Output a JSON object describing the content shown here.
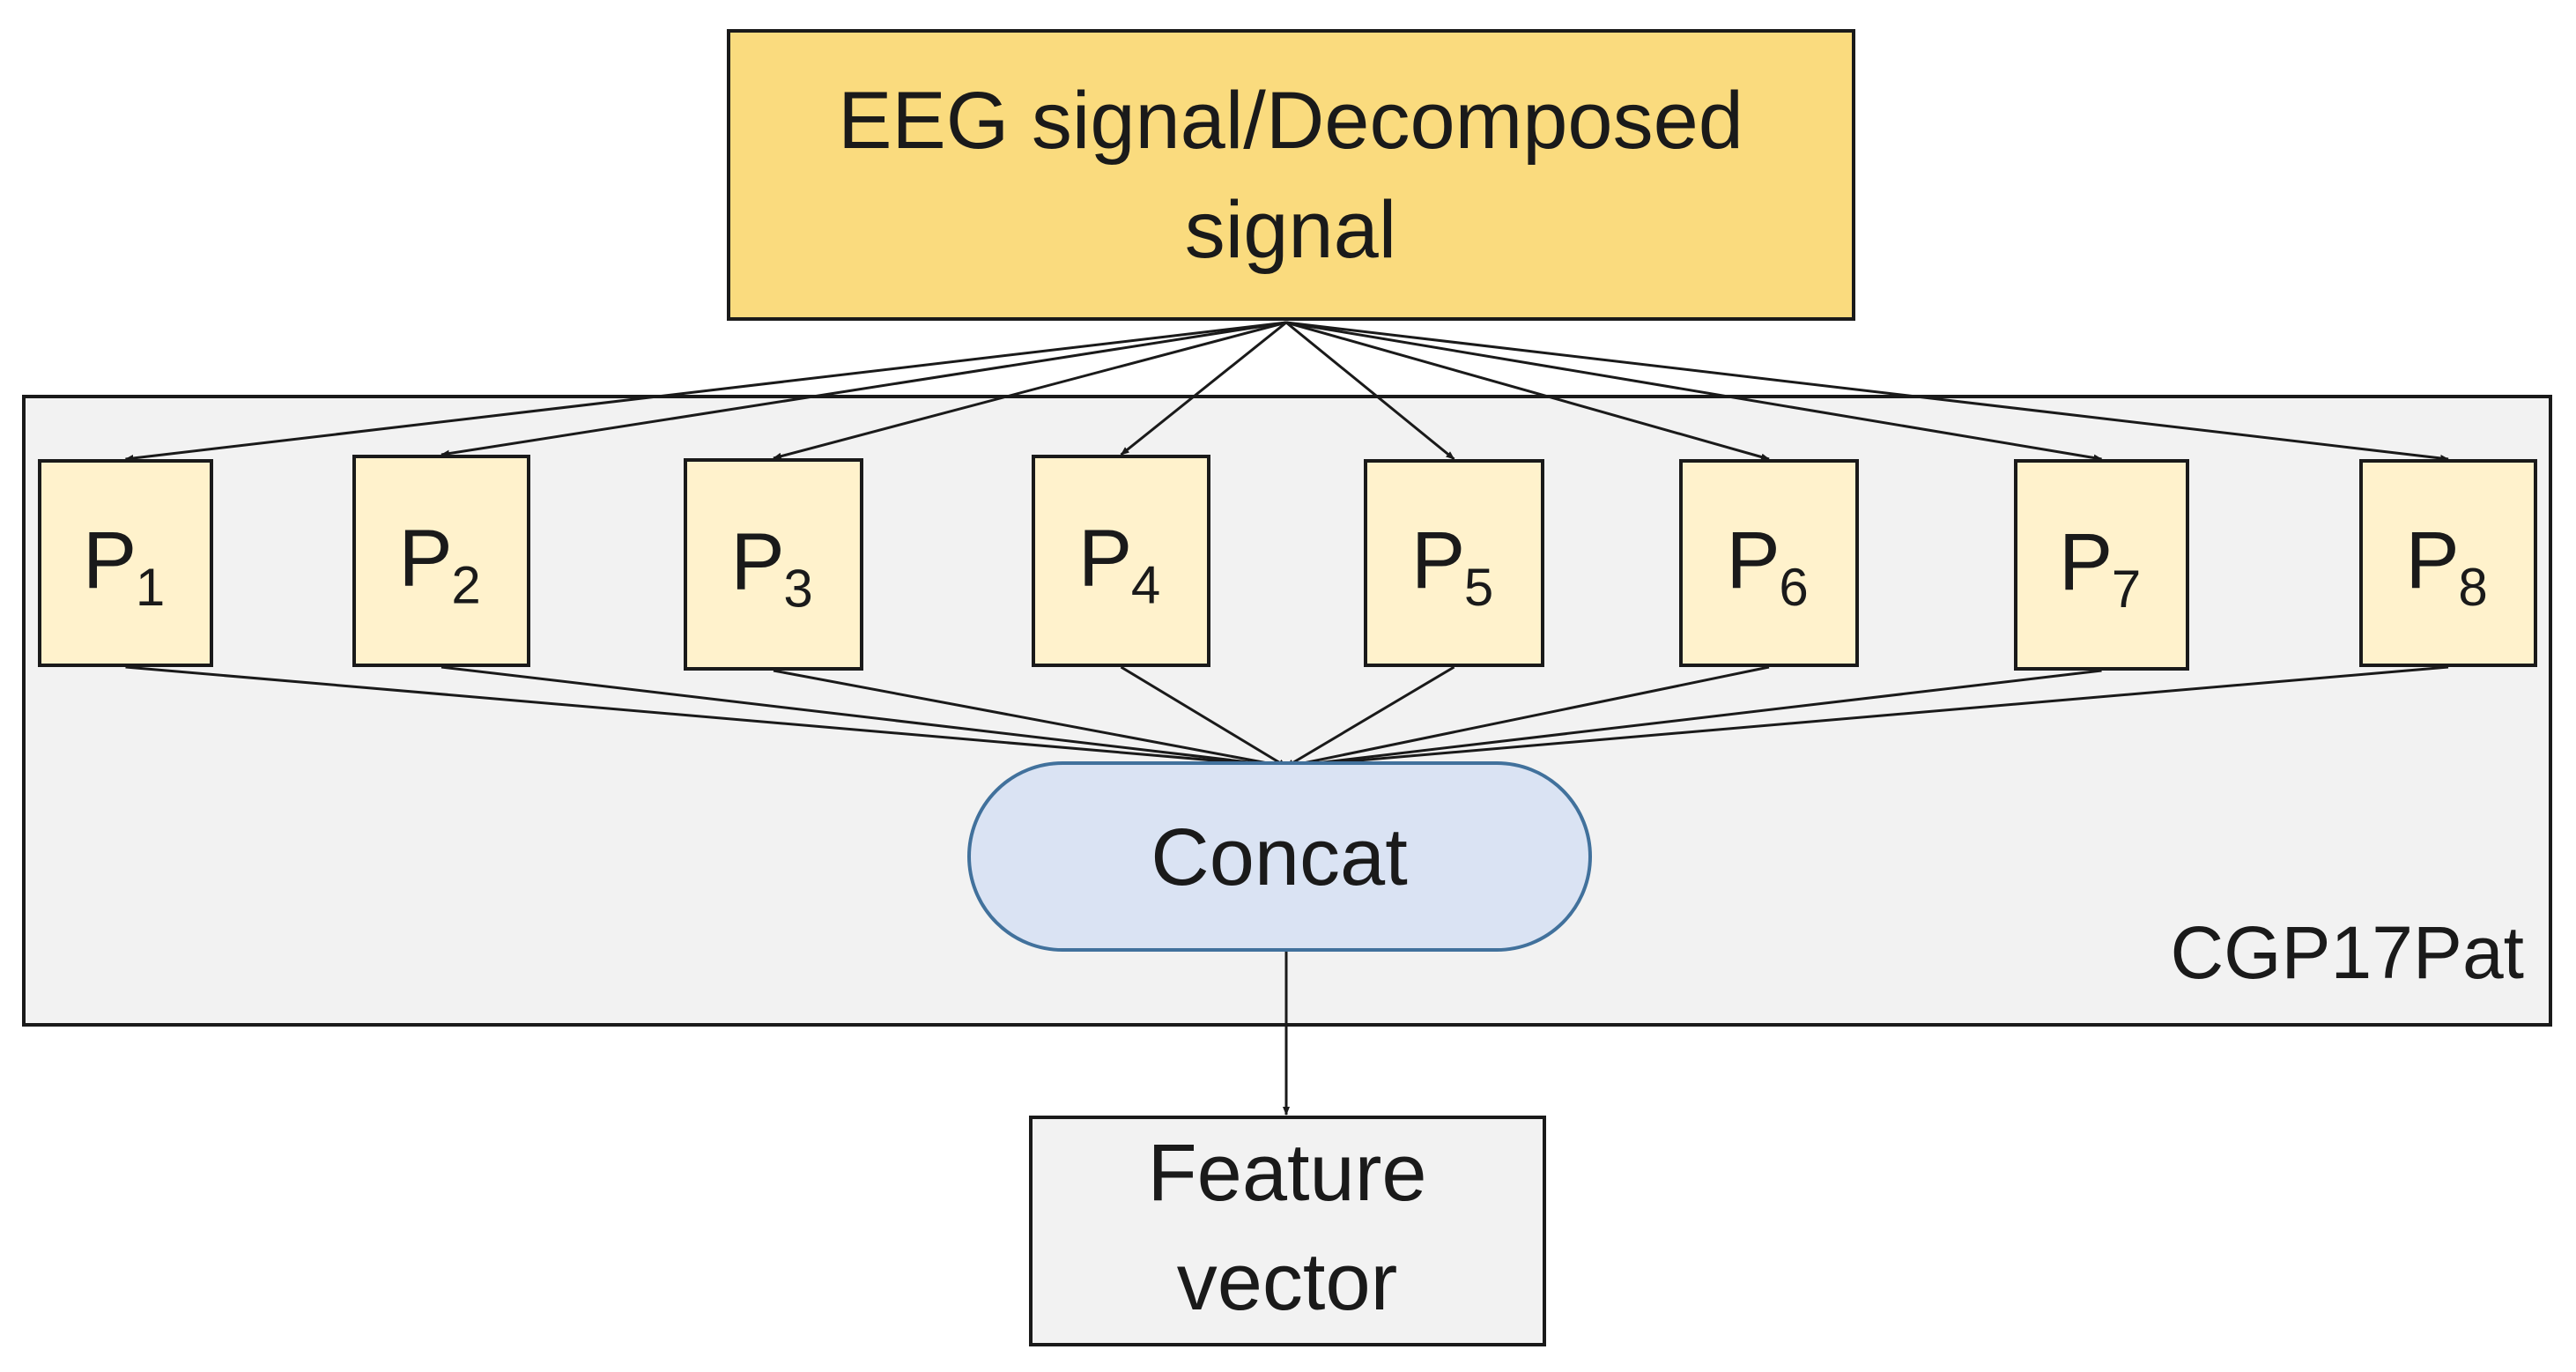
{
  "input_box": {
    "line1": "EEG signal/Decomposed",
    "line2": "signal",
    "fill": "#FADB7E"
  },
  "container": {
    "label": "CGP17Pat",
    "fill": "#F2F2F2"
  },
  "patterns": [
    {
      "letter": "P",
      "sub": "1"
    },
    {
      "letter": "P",
      "sub": "2"
    },
    {
      "letter": "P",
      "sub": "3"
    },
    {
      "letter": "P",
      "sub": "4"
    },
    {
      "letter": "P",
      "sub": "5"
    },
    {
      "letter": "P",
      "sub": "6"
    },
    {
      "letter": "P",
      "sub": "7"
    },
    {
      "letter": "P",
      "sub": "8"
    }
  ],
  "pattern_fill": "#FFF2CC",
  "concat": {
    "label": "Concat",
    "fill": "#DAE3F3",
    "stroke": "#41719C"
  },
  "output_box": {
    "line1": "Feature",
    "line2": "vector",
    "fill": "#F2F2F2"
  }
}
